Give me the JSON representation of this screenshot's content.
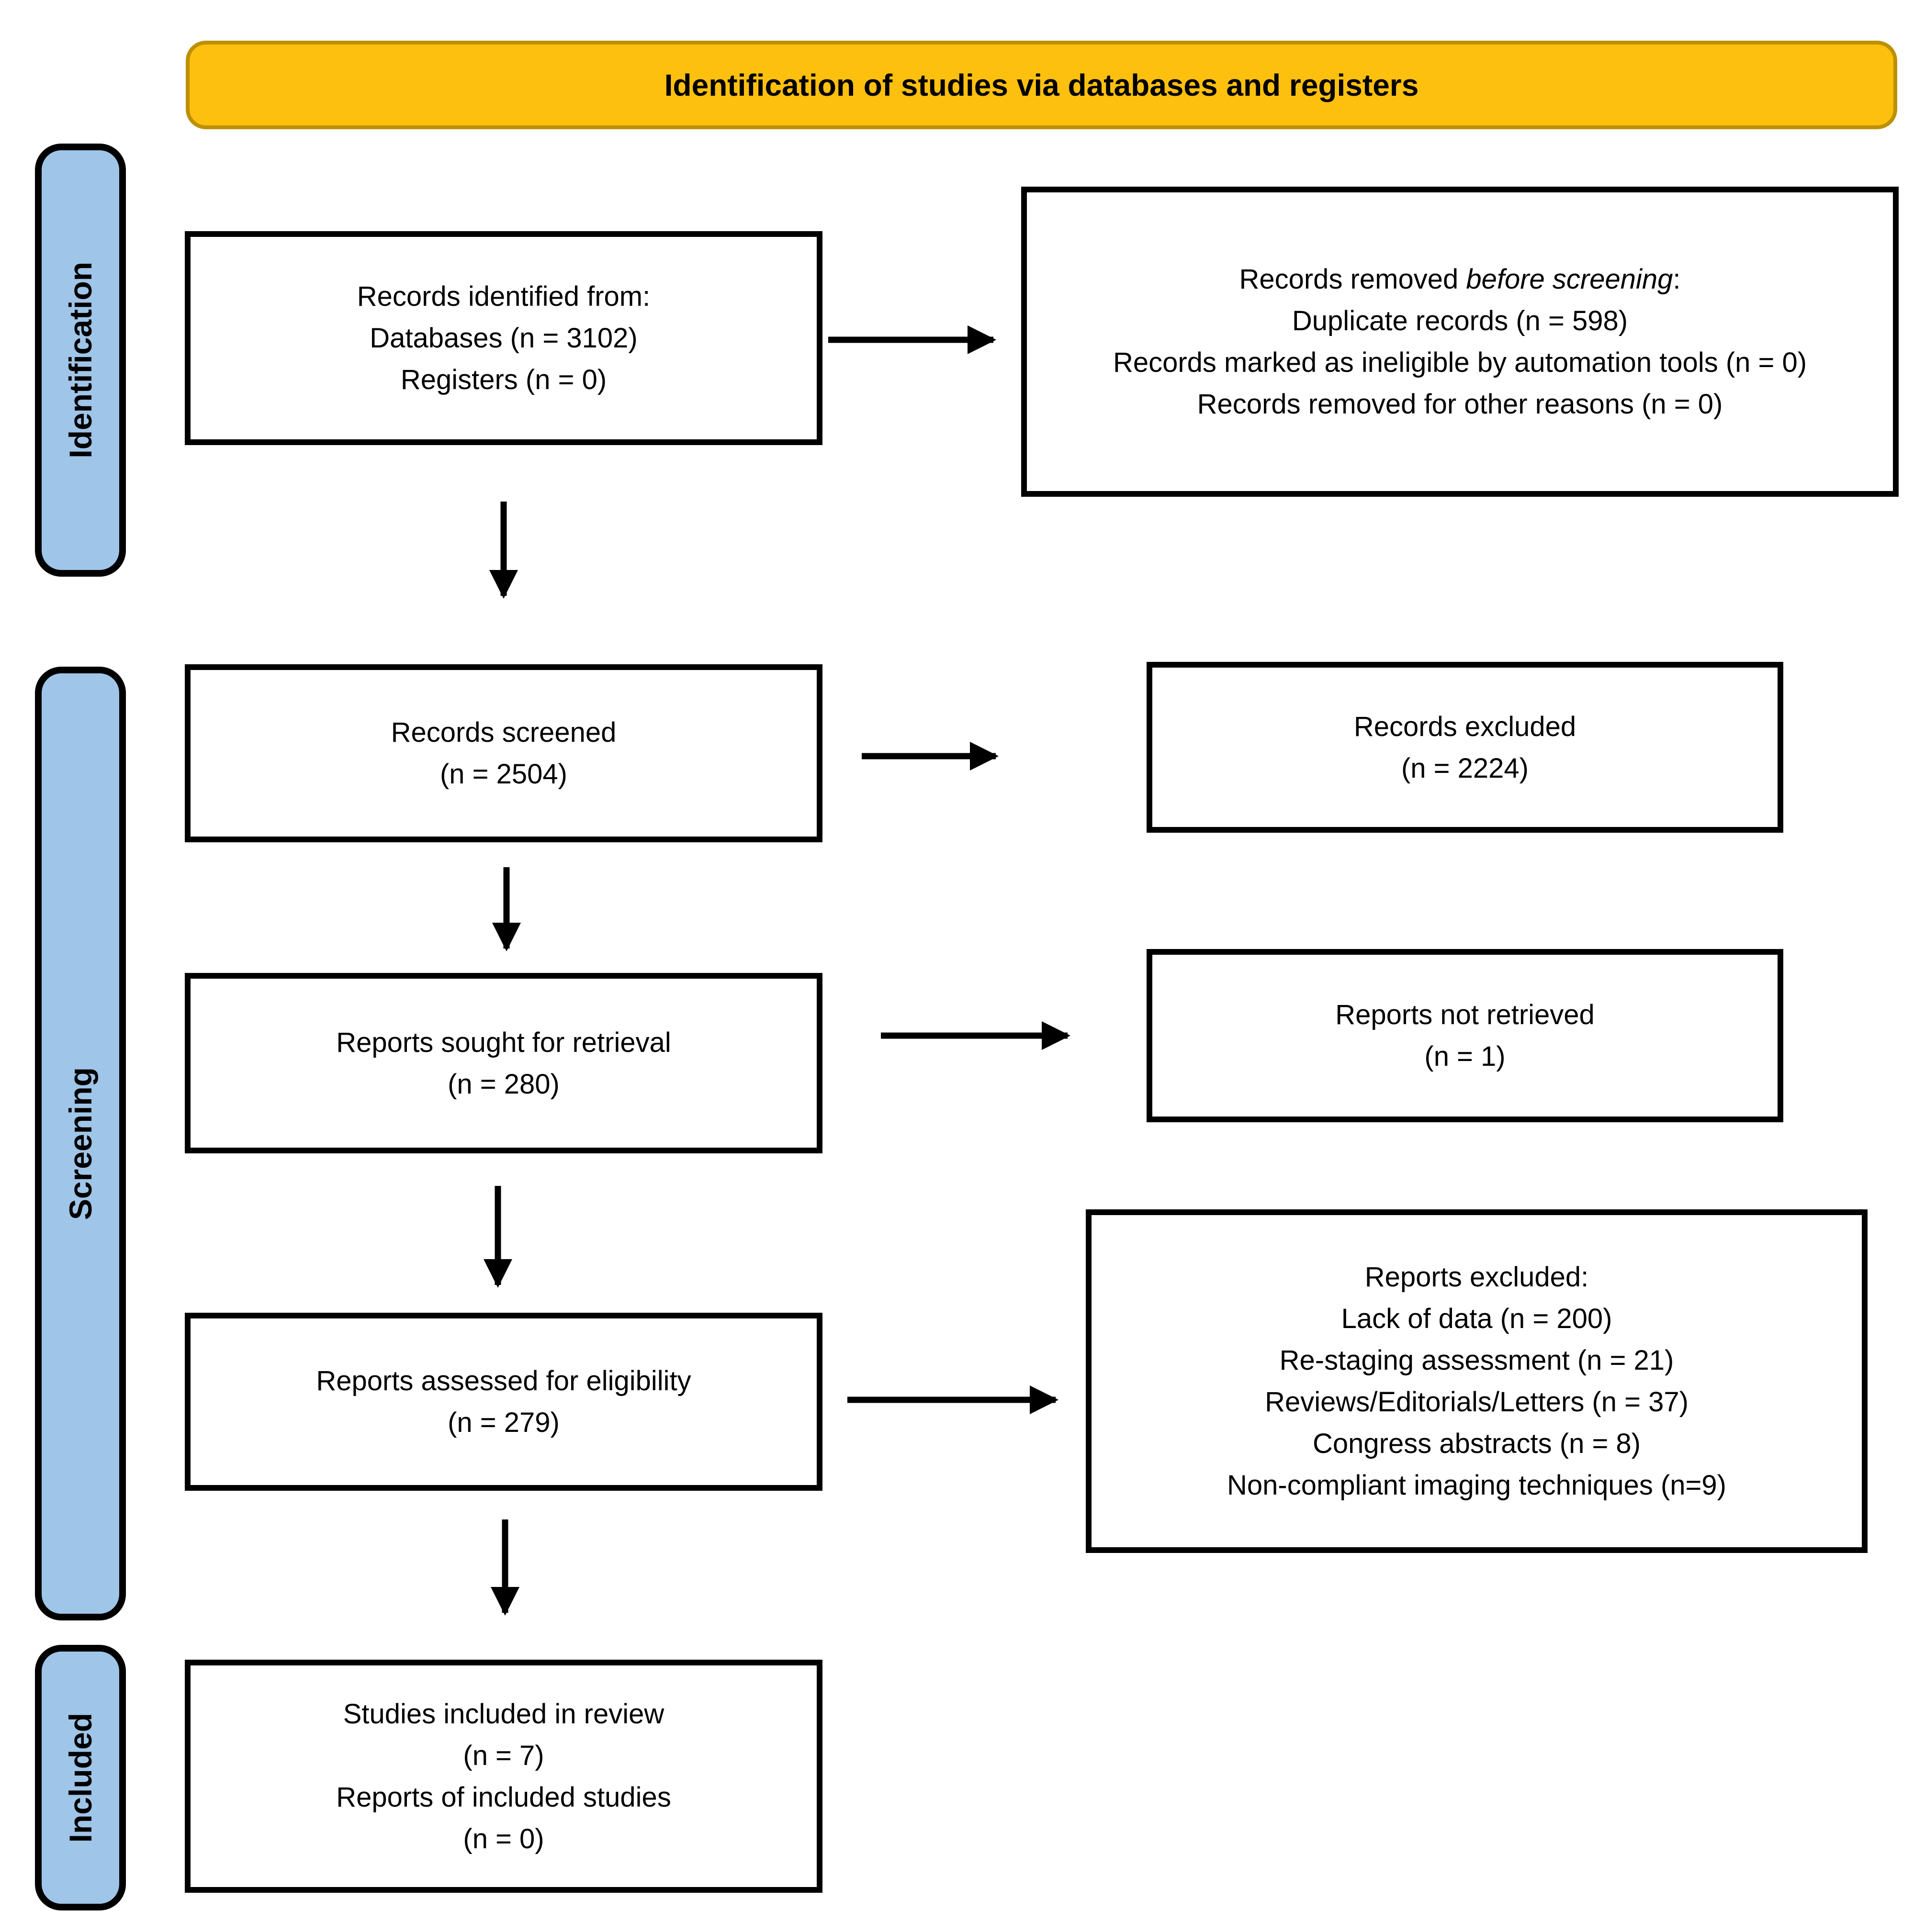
{
  "banner": {
    "title": "Identification of studies via databases and registers"
  },
  "sidebar": {
    "labels": [
      {
        "label": "Identification"
      },
      {
        "label": "Screening"
      },
      {
        "label": "Included"
      }
    ]
  },
  "boxes": {
    "identified": {
      "lines": [
        "Records identified from:",
        "Databases (n = 3102)",
        "Registers (n = 0)"
      ]
    },
    "removed": {
      "line1_prefix": "Records removed ",
      "line1_italic": "before screening",
      "line1_suffix": ":",
      "lines": [
        "Duplicate records (n = 598)",
        "Records marked as ineligible by automation tools (n = 0)",
        "Records removed for other reasons (n = 0)"
      ]
    },
    "screened": {
      "lines": [
        "Records screened",
        "(n = 2504)"
      ]
    },
    "excluded": {
      "lines": [
        "Records excluded",
        "(n = 2224)"
      ]
    },
    "sought": {
      "lines": [
        "Reports sought for retrieval",
        "(n = 280)"
      ]
    },
    "not_retrieved": {
      "lines": [
        "Reports not retrieved",
        "(n = 1)"
      ]
    },
    "assessed": {
      "lines": [
        "Reports assessed for eligibility",
        "(n = 279)"
      ]
    },
    "reports_excluded": {
      "title": "Reports excluded:",
      "lines": [
        "Lack of data (n = 200)",
        "Re-staging assessment (n = 21)",
        "Reviews/Editorials/Letters (n = 37)",
        "Congress abstracts (n = 8)",
        "Non-compliant imaging techniques (n=9)"
      ]
    },
    "included_box": {
      "lines": [
        "Studies included in review",
        "(n = 7)",
        "Reports of included studies",
        "(n = 0)"
      ]
    }
  },
  "colors": {
    "banner_fill": "#FEC00F",
    "banner_border": "#BD9000",
    "stage_fill": "#9FC5E8",
    "box_border": "#000000"
  }
}
